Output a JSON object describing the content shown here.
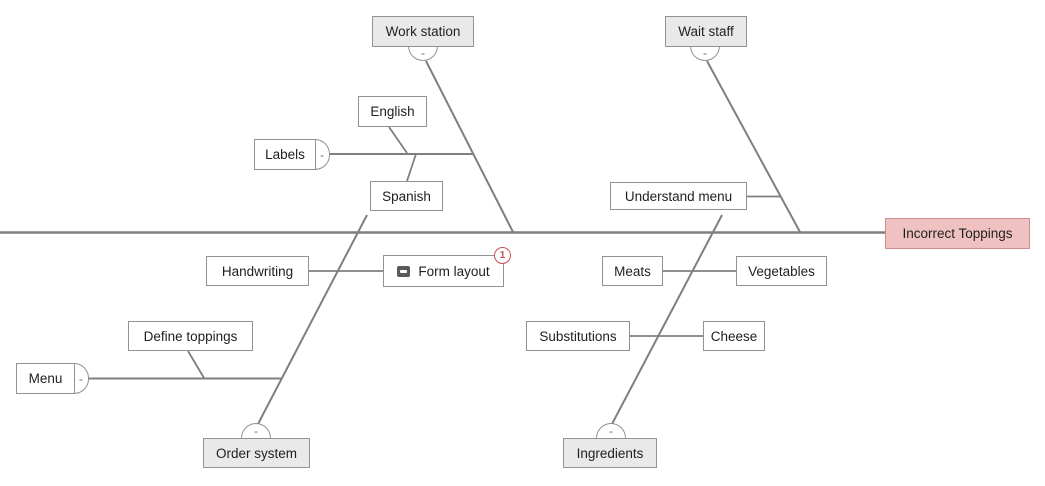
{
  "diagram": {
    "type": "fishbone-cause-effect",
    "effect": {
      "label": "Incorrect Toppings"
    },
    "collapse_glyph": "-",
    "nodes": {
      "work_station": {
        "label": "Work station",
        "role": "category",
        "side": "top"
      },
      "wait_staff": {
        "label": "Wait staff",
        "role": "category",
        "side": "top"
      },
      "order_system": {
        "label": "Order system",
        "role": "category",
        "side": "bottom"
      },
      "ingredients": {
        "label": "Ingredients",
        "role": "category",
        "side": "bottom"
      },
      "labels": {
        "label": "Labels",
        "parent": "work_station"
      },
      "english": {
        "label": "English",
        "parent": "labels"
      },
      "spanish": {
        "label": "Spanish",
        "parent": "labels"
      },
      "understand_menu": {
        "label": "Understand menu",
        "parent": "wait_staff"
      },
      "handwriting": {
        "label": "Handwriting",
        "parent": "order_system"
      },
      "form_layout": {
        "label": "Form layout",
        "parent": "order_system",
        "badge_count": "1",
        "note_icon": "note-icon"
      },
      "menu": {
        "label": "Menu",
        "parent": "order_system"
      },
      "define_toppings": {
        "label": "Define toppings",
        "parent": "menu"
      },
      "meats": {
        "label": "Meats",
        "parent": "ingredients"
      },
      "vegetables": {
        "label": "Vegetables",
        "parent": "ingredients"
      },
      "substitutions": {
        "label": "Substitutions",
        "parent": "ingredients"
      },
      "cheese": {
        "label": "Cheese",
        "parent": "ingredients"
      }
    },
    "colors": {
      "line": "#7f7f7f",
      "box_border": "#929292",
      "category_fill": "#e9e9e9",
      "sub_fill": "#ffffff",
      "effect_fill": "#efc1c1",
      "effect_border": "#c98f8f",
      "badge": "#c9504e",
      "text": "#1f1f1f"
    }
  }
}
